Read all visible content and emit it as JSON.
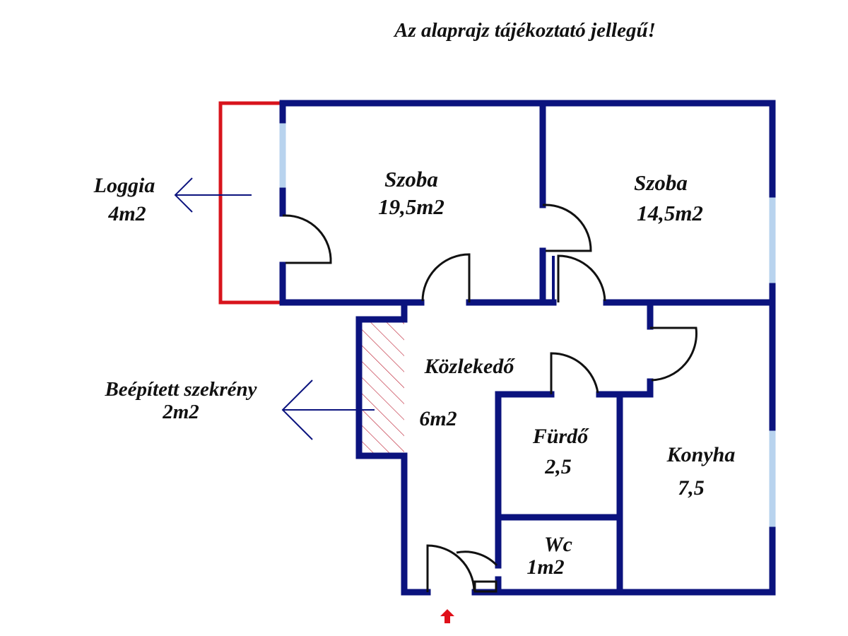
{
  "title": "Az alaprajz tájékoztató jellegű!",
  "colors": {
    "wall": "#0b137e",
    "window": "#b8d3ee",
    "loggia": "#d8141c",
    "cabinet_hatch": "#c0283a",
    "entry_arrow": "#e0101a"
  },
  "rooms": {
    "szoba1": {
      "name": "Szoba",
      "area": "19,5m2"
    },
    "szoba2": {
      "name": "Szoba",
      "area": "14,5m2"
    },
    "kozlekedo": {
      "name": "Közlekedő",
      "area": "6m2"
    },
    "furdo": {
      "name": "Fürdő",
      "area": "2,5"
    },
    "konyha": {
      "name": "Konyha",
      "area": "7,5"
    },
    "wc": {
      "name": "Wc",
      "area": "1m2"
    }
  },
  "callouts": {
    "loggia": {
      "name": "Loggia",
      "area": "4m2"
    },
    "cabinet": {
      "name": "Beépített szekrény",
      "area": "2m2"
    }
  }
}
